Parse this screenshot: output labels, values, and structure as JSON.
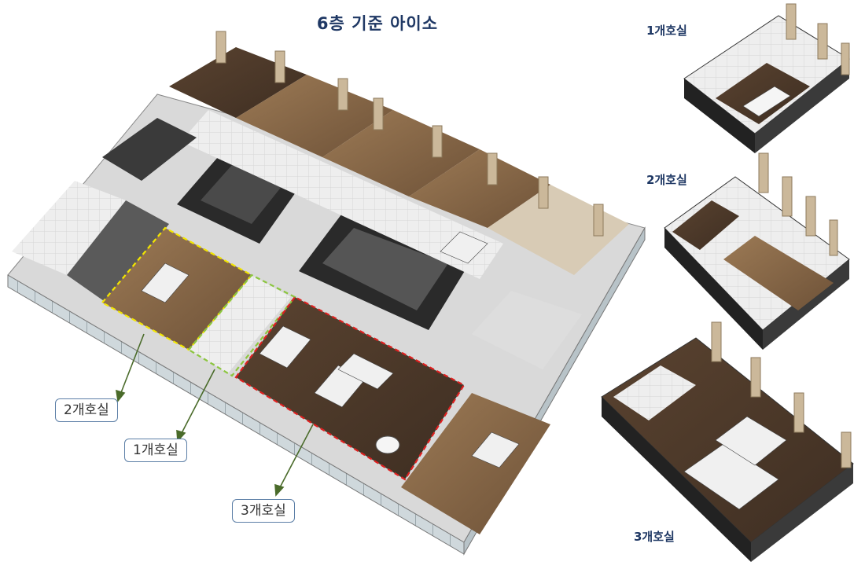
{
  "title": "6층 기준 아이소",
  "thumbnails": [
    {
      "label": "1개호실"
    },
    {
      "label": "2개호실"
    },
    {
      "label": "3개호실"
    }
  ],
  "callouts": [
    {
      "label": "2개호실",
      "outline_color": "#f2e600"
    },
    {
      "label": "1개호실",
      "outline_color": "#8cc63f"
    },
    {
      "label": "3개호실",
      "outline_color": "#e02020"
    }
  ],
  "colors": {
    "title": "#1f3864",
    "arrow": "#4a6b2a",
    "floor_wood": "#8b6a4a",
    "wall": "#1a1a1a",
    "floor_light": "#e8e8e8"
  }
}
